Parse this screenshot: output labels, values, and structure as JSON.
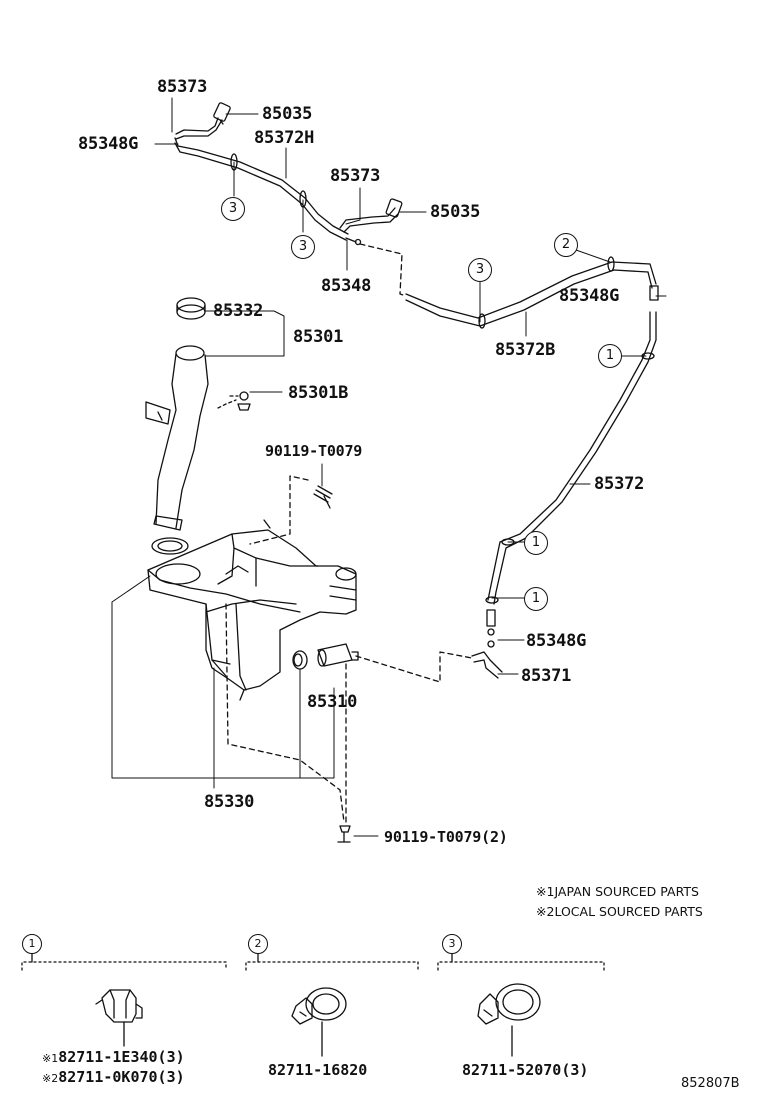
{
  "diagram": {
    "part_labels": {
      "p85373_top": "85373",
      "p85035_top": "85035",
      "p85348G_top": "85348G",
      "p85372H": "85372H",
      "p85373_mid": "85373",
      "p85035_mid": "85035",
      "p85348": "85348",
      "p85332": "85332",
      "p85301": "85301",
      "p85301B": "85301B",
      "p90119_top": "90119-T0079",
      "p85372B": "85372B",
      "p85348G_right": "85348G",
      "p85372": "85372",
      "p85348G_lower": "85348G",
      "p85371": "85371",
      "p85310": "85310",
      "p85330": "85330",
      "p90119_bottom": "90119-T0079(2)"
    },
    "callouts": {
      "c3_a": "3",
      "c3_b": "3",
      "c3_c": "3",
      "c2_a": "2",
      "c1_a": "1",
      "c1_b": "1",
      "c1_c": "1"
    }
  },
  "notes": {
    "mark1": "※1",
    "mark2": "※2",
    "japan": "JAPAN SOURCED PARTS",
    "local": "LOCAL SOURCED PARTS"
  },
  "clip_panels": [
    {
      "index": "1",
      "mark_a": "※1",
      "part_a": "82711-1E340(3)",
      "mark_b": "※2",
      "part_b": "82711-0K070(3)"
    },
    {
      "index": "2",
      "part": "82711-16820"
    },
    {
      "index": "3",
      "part": "82711-52070(3)"
    }
  ],
  "reference_code": "852807B"
}
